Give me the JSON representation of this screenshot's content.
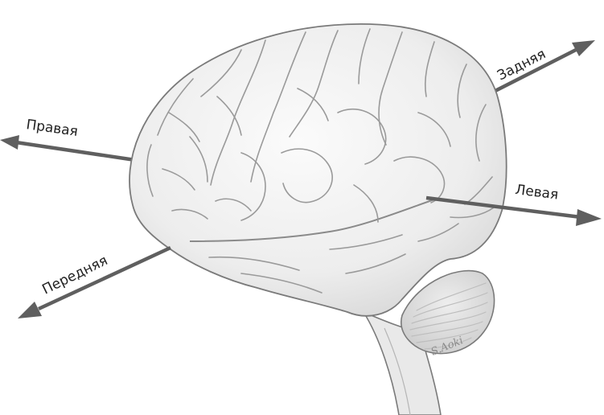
{
  "diagram": {
    "labels": {
      "posterior": "Задняя",
      "right": "Правая",
      "left": "Левая",
      "anterior": "Передняя"
    },
    "signature": "S.Aoki"
  },
  "colors": {
    "arrow": "#5f5f5f",
    "outline": "#7a7a7a",
    "brain_fill": "#f2f2f2",
    "cerebellum_fill": "#e4e4e4",
    "label": "#222222"
  }
}
